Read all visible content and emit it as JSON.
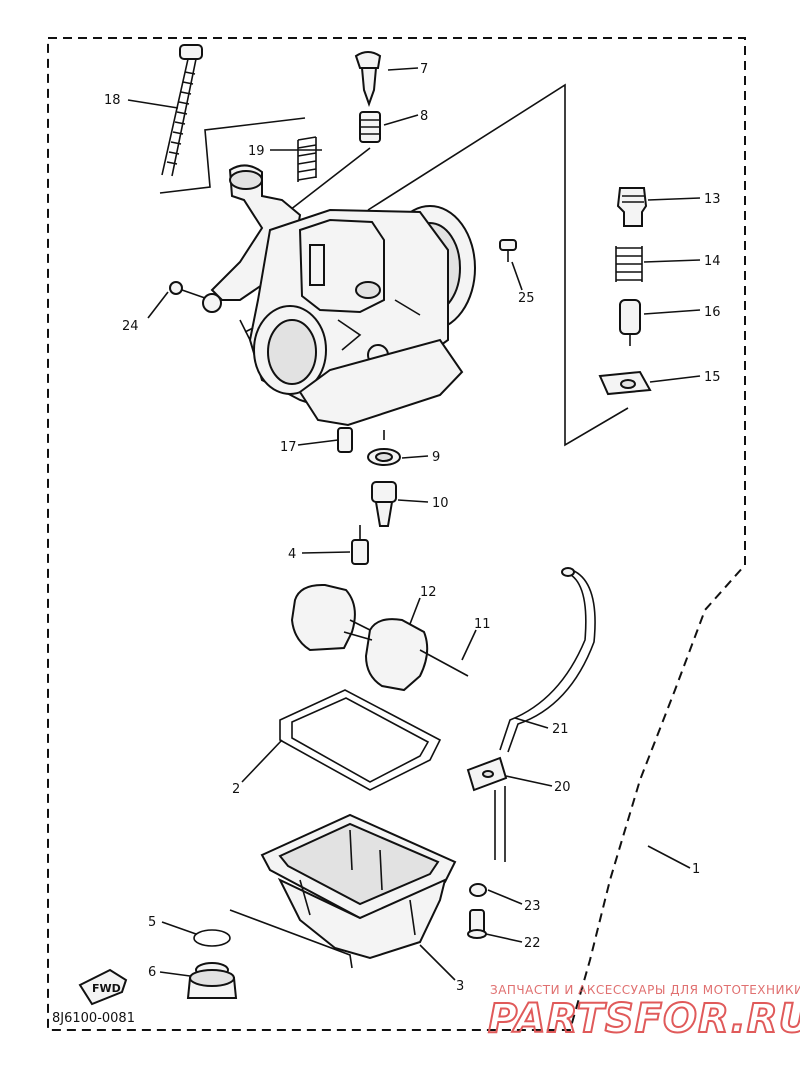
{
  "diagram": {
    "drawing_code": "8J6100-0081",
    "fwd_mark": "FWD",
    "labels": {
      "p1": "1",
      "p2": "2",
      "p3": "3",
      "p4": "4",
      "p5": "5",
      "p6": "6",
      "p7": "7",
      "p8": "8",
      "p9": "9",
      "p10": "10",
      "p11": "11",
      "p12": "12",
      "p13": "13",
      "p14": "14",
      "p15": "15",
      "p16": "16",
      "p17": "17",
      "p18": "18",
      "p19": "19",
      "p20": "20",
      "p21": "21",
      "p22": "22",
      "p23": "23",
      "p24": "24",
      "p25": "25"
    }
  },
  "watermark": {
    "tagline": "ЗАПЧАСТИ И АКСЕССУАРЫ ДЛЯ МОТОТЕХНИКИ",
    "brand": "PARTSFOR.RU"
  }
}
